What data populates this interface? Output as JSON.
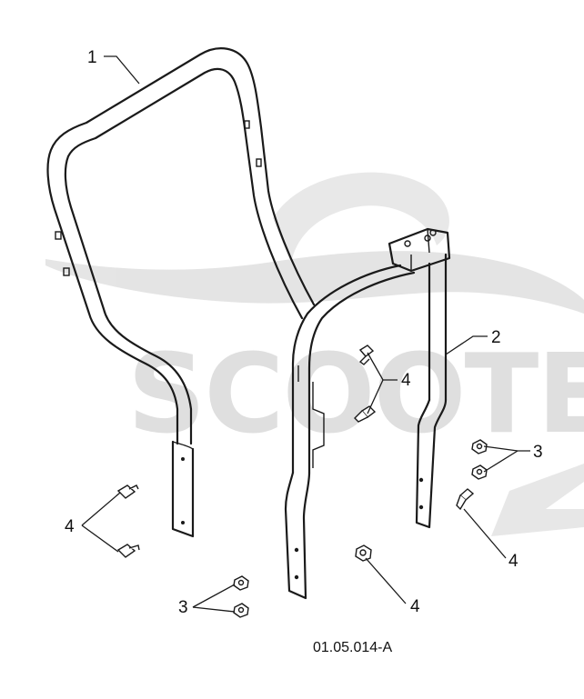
{
  "callouts": [
    {
      "id": "c1",
      "label": "1"
    },
    {
      "id": "c2",
      "label": "2"
    },
    {
      "id": "c3a",
      "label": "3"
    },
    {
      "id": "c3b",
      "label": "3"
    },
    {
      "id": "c4a",
      "label": "4"
    },
    {
      "id": "c4b",
      "label": "4"
    },
    {
      "id": "c4c",
      "label": "4"
    },
    {
      "id": "c4d",
      "label": "4"
    }
  ],
  "reference_code": "01.05.014-A",
  "watermark": {
    "text": "SCOOTER",
    "color": "#dcdcdc"
  },
  "colors": {
    "line": "#1a1a1a",
    "background": "#ffffff"
  }
}
